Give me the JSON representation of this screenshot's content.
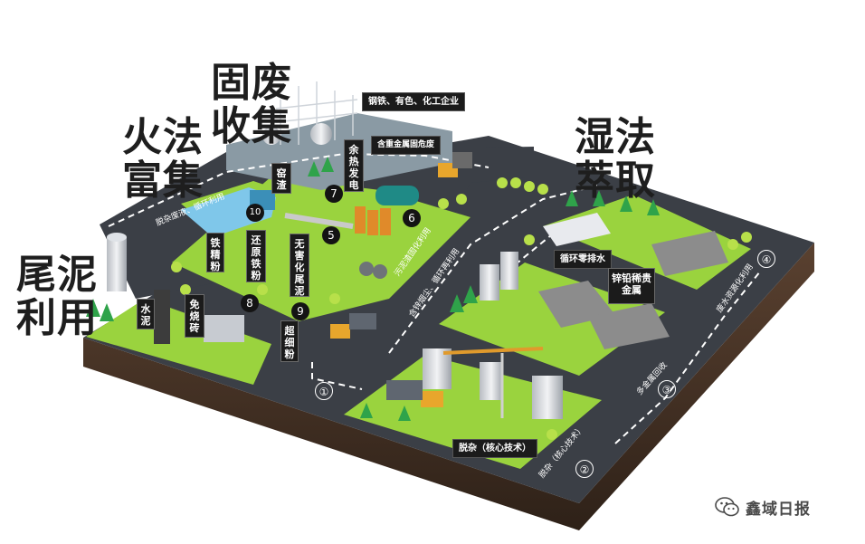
{
  "section_titles": {
    "tailings": [
      "尾泥",
      "利用"
    ],
    "pyro": [
      "火法",
      "富集"
    ],
    "solid_waste": [
      "固废",
      "收集"
    ],
    "hydro": [
      "湿法",
      "萃取"
    ]
  },
  "box_labels": {
    "steel_industry": "钢铁、有色、化工企业",
    "heavy_metal_waste": "含重金属固危废",
    "waste_heat_power": "余热发电",
    "kiln_slag": "窑渣",
    "iron_concentrate": "铁精粉",
    "reduced_iron": "还原铁粉",
    "harmless_tailings": "无害化尾泥",
    "super_fine": "超细粉",
    "cement": "水泥",
    "unfired_brick": "免烧砖",
    "zero_discharge": "循环零排水",
    "zinc_metals": "锌铅稀贵金属",
    "core_tech": "脱杂（核心技术）"
  },
  "road_labels": {
    "r1": "脱杂废液、循环利用",
    "r2": "含锌烟尘、循环再利用",
    "r3": "污泥渣固化利用",
    "r4": "多金属回收",
    "r5": "脱杂（核心技术）",
    "r6": "废水资源化利用"
  },
  "step_numbers": [
    "①",
    "②",
    "③",
    "④",
    "5",
    "6",
    "7",
    "8",
    "9",
    "10"
  ],
  "watermark": {
    "text": "鑫域日报",
    "icon": "wechat-icon"
  },
  "colors": {
    "road": "#3b3f46",
    "grass": "#9ad33e",
    "soil": "#4a3526",
    "label_bg": "#1b1b1b"
  }
}
